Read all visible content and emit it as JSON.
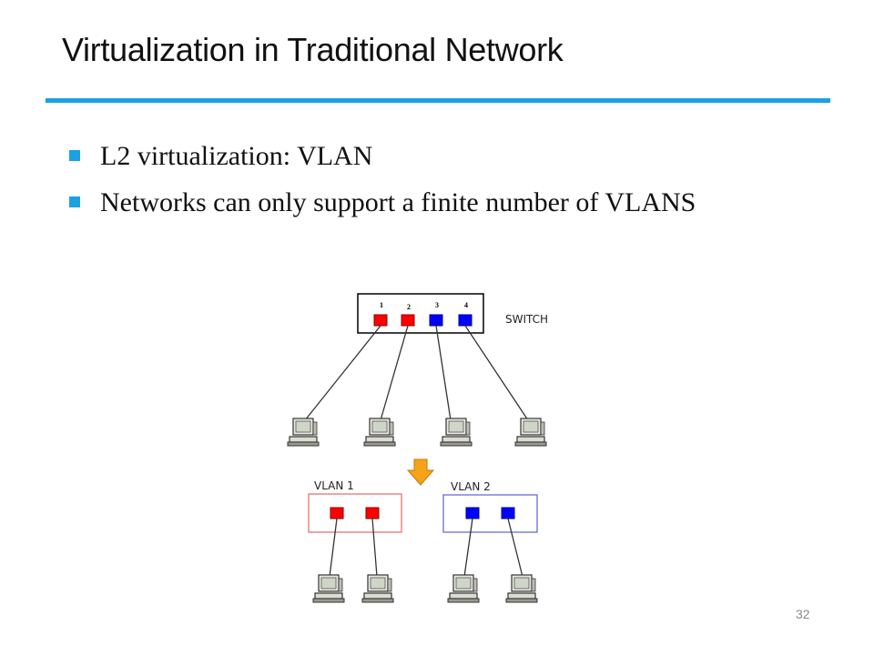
{
  "slide": {
    "title": "Virtualization in Traditional Network",
    "bullets": [
      "L2 virtualization: VLAN",
      "Networks can only support a finite number of VLANS"
    ],
    "page_number": "32"
  },
  "diagram": {
    "switch_label": "SWITCH",
    "port_numbers": [
      "1",
      "2",
      "3",
      "4"
    ],
    "vlan1_label": "VLAN 1",
    "vlan2_label": "VLAN 2",
    "colors": {
      "vlan1_port": "#ff0000",
      "vlan2_port": "#0000ff",
      "vlan1_box": "#e57373",
      "vlan2_box": "#6b6bd6",
      "arrow": "#f7a21b",
      "accent": "#1ba1e2"
    }
  }
}
